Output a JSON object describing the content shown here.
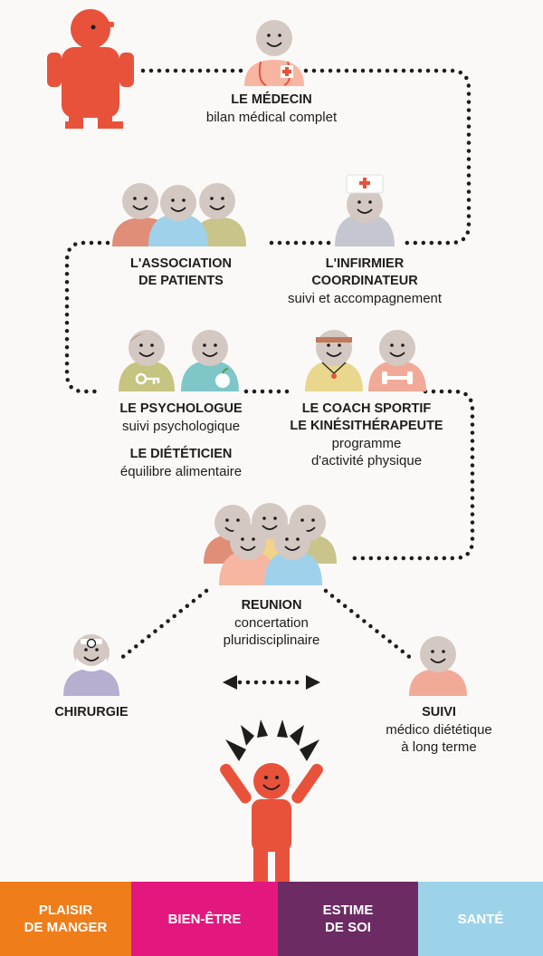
{
  "nodes": {
    "medecin": {
      "title": "LE MÉDECIN",
      "desc": "bilan médical complet"
    },
    "association": {
      "title_l1": "L'ASSOCIATION",
      "title_l2": "DE PATIENTS"
    },
    "infirmier": {
      "title_l1": "L'INFIRMIER",
      "title_l2": "COORDINATEUR",
      "desc": "suivi et accompagnement"
    },
    "psychologue": {
      "title": "LE  PSYCHOLOGUE",
      "desc": "suivi psychologique"
    },
    "dieteticien": {
      "title": "LE DIÉTÉTICIEN",
      "desc": "équilibre alimentaire"
    },
    "coach": {
      "title_l1": "LE COACH SPORTIF",
      "title_l2": "LE KINÉSITHÉRAPEUTE",
      "desc_l1": "programme",
      "desc_l2": "d'activité physique"
    },
    "reunion": {
      "title": "REUNION",
      "desc_l1": "concertation",
      "desc_l2": "pluridisciplinaire"
    },
    "chirurgie": {
      "title": "CHIRURGIE"
    },
    "suivi": {
      "title": "SUIVI",
      "desc_l1": "médico diététique",
      "desc_l2": "à long terme"
    }
  },
  "bands": [
    {
      "l1": "PLAISIR",
      "l2": "DE MANGER",
      "color": "#ef7d1a"
    },
    {
      "l1": "BIEN-ÊTRE",
      "l2": "",
      "color": "#e2187f"
    },
    {
      "l1": "ESTIME",
      "l2": "DE SOI",
      "color": "#6c2b63"
    },
    {
      "l1": "SANTÉ",
      "l2": "",
      "color": "#9dd3e8"
    }
  ],
  "colors": {
    "patient": "#e8523b",
    "head": "#d4c8c2",
    "dots": "#1d1d1b"
  }
}
